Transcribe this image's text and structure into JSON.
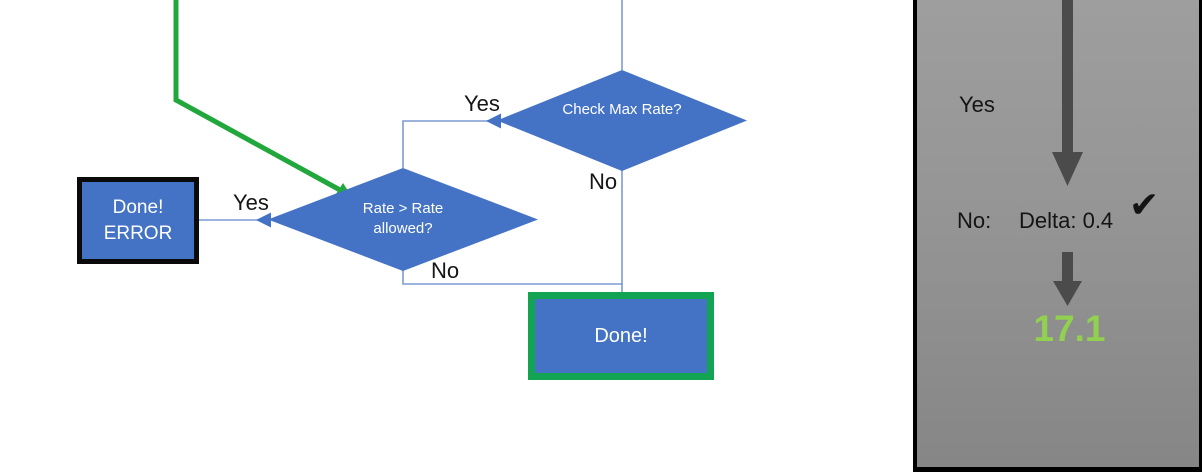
{
  "flowchart": {
    "check_max_diamond": {
      "label": "Check Max Rate?"
    },
    "rate_diamond": {
      "label": "Rate > Rate allowed?"
    },
    "done_error_box": {
      "label": "Done!\nERROR"
    },
    "done_box": {
      "label": "Done!"
    },
    "edge_labels": {
      "yes_check": "Yes",
      "no_check": "No",
      "yes_rate": "Yes",
      "no_rate": "No"
    }
  },
  "panel": {
    "yes_label": "Yes",
    "no_label": "No:",
    "delta_label": "Delta: 0.4",
    "checkmark": "✔",
    "result_value": "17.1"
  },
  "colors": {
    "shape_fill_blue": "#4472C4",
    "connector_blue": "#7B9CD2",
    "flow_green": "#21A73C",
    "done_border_green": "#12A452",
    "error_border_black": "#0a0a0a",
    "panel_arrow_gray": "#4B4B4B",
    "result_green": "#92D050",
    "panel_gray_top": "#9E9E9E",
    "panel_gray_bottom": "#868686"
  }
}
